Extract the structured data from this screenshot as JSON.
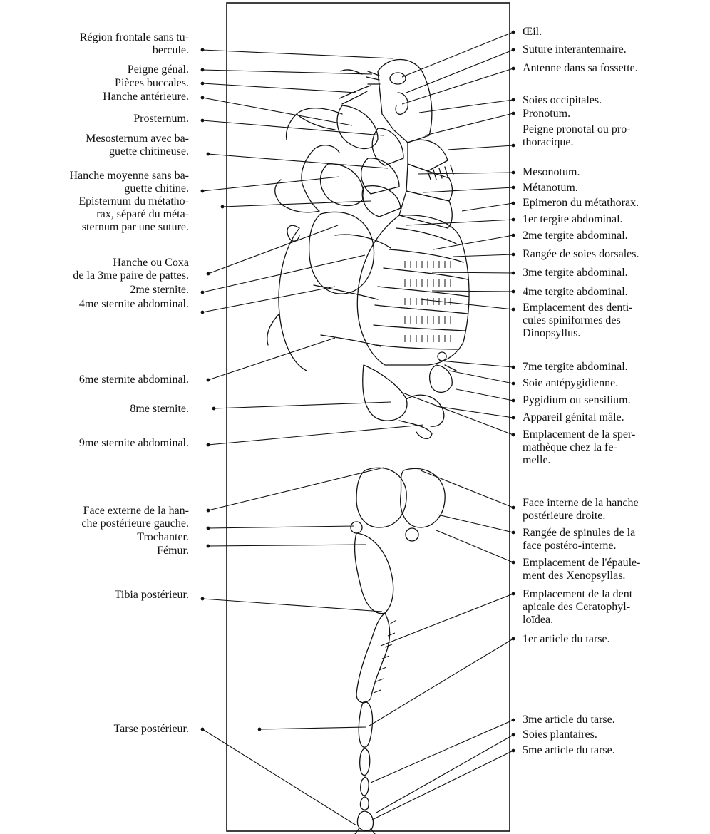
{
  "left_labels": [
    "Région frontale sans tu-\nbercule.",
    "Peigne génal.",
    "Pièces buccales.",
    "Hanche antérieure.",
    "Prosternum.",
    "Mesosternum avec ba-\nguette chitineuse.",
    "Hanche moyenne sans ba-\nguette chitine.",
    "Episternum du métatho-\nrax, séparé du méta-\nsternum par une suture.",
    "Hanche ou Coxa\nde la 3me paire de pattes.",
    "2me sternite.",
    "4me sternite abdominal.",
    "6me sternite abdominal.",
    "8me sternite.",
    "9me sternite abdominal.",
    "Face externe de la han-\nche postérieure gauche.",
    "Trochanter.",
    "Fémur.",
    "Tibia postérieur.",
    "Tarse postérieur."
  ],
  "right_labels": [
    "Œil.",
    "Suture interantennaire.",
    "Antenne dans sa fossette.",
    "Soies occipitales.",
    "Pronotum.",
    "Peigne pronotal ou pro-\nthoracique.",
    "Mesonotum.",
    "Métanotum.",
    "Epimeron du métathorax.",
    "1er tergite abdominal.",
    "2me tergite abdominal.",
    "Rangée de soies dorsales.",
    "3me tergite abdominal.",
    "4me tergite abdominal.",
    "Emplacement des denti-\ncules spiniformes des\nDinopsyllus.",
    "7me tergite abdominal.",
    "Soie antépygidienne.",
    "Pygidium ou sensilium.",
    "Appareil génital mâle.",
    "Emplacement de la sper-\nmathèque chez la fe-\nmelle.",
    "Face interne de la hanche\npostérieure droite.",
    "Rangée de spinules de la\nface postéro-interne.",
    "Emplacement de l'épaule-\nment des Xenopsyllas.",
    "Emplacement de la dent\napicale des Ceratophyl-\nloïdea.",
    "1er article du tarse.",
    "3me article du tarse.",
    "Soies plantaires.",
    "5me article du tarse."
  ]
}
